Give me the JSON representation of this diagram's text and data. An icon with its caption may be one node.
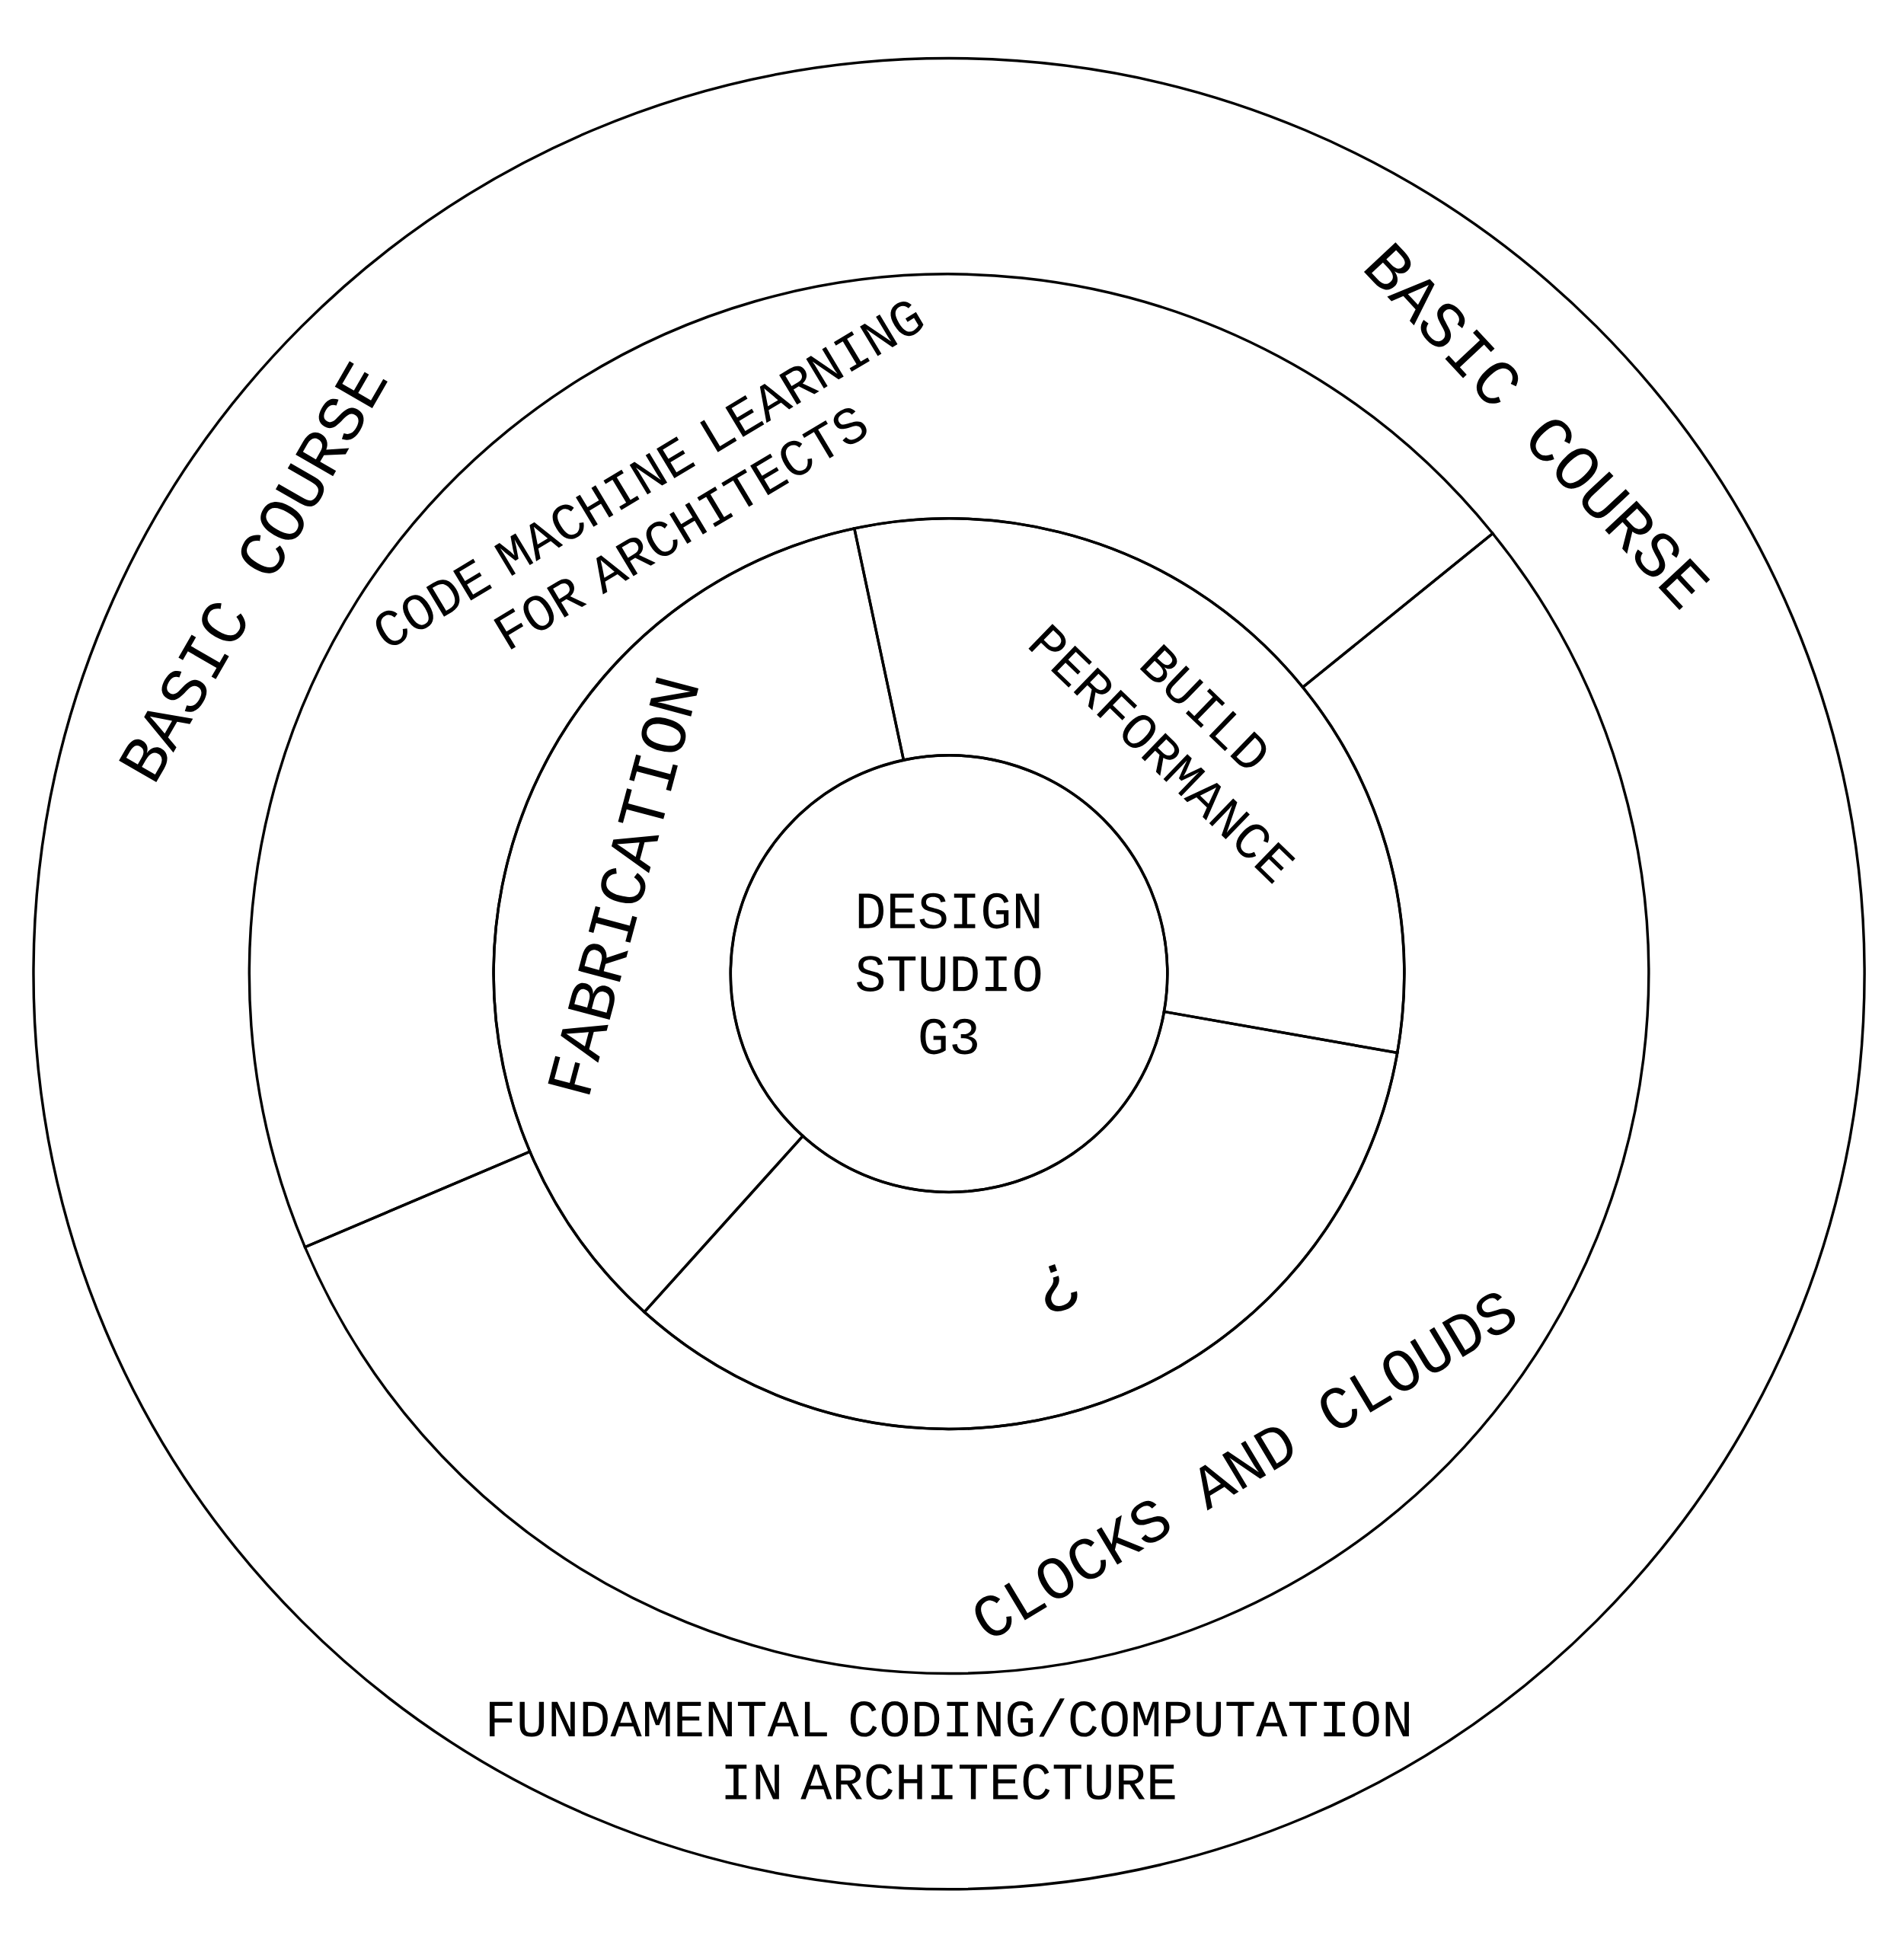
{
  "diagram": {
    "nodes": [
      {
        "text": [
          "BASIC COURSE",
          "BASIC COURSE",
          "FUNDAMENTAL CODING/COMPUTATION IN ARCHITECTURE"
        ]
      },
      {
        "text": [
          "CODE MACHINE LEARNING FOR ARCHITECTS"
        ],
        "in": 0
      },
      {
        "text": [
          "CLOCKS AND CLOUDS"
        ],
        "in": 0
      },
      {
        "text": [
          "FABRICATION"
        ],
        "in": 0
      },
      {
        "text": [
          "BUILD PERFORMANCE"
        ],
        "in": 0
      },
      {
        "text": [
          "¿"
        ],
        "in": 0
      },
      {
        "text": [
          "DESIGN STUDIO G3"
        ],
        "in": 0
      }
    ]
  }
}
